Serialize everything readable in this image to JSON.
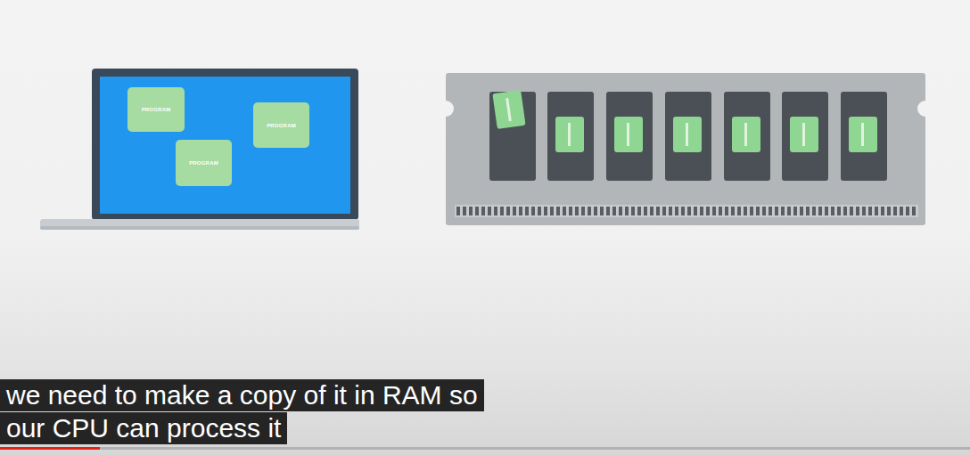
{
  "diagram": {
    "nodes": [
      {
        "text": [
          "PROGRAM"
        ]
      },
      {
        "text": [
          "PROGRAM"
        ]
      },
      {
        "text": [
          "PROGRAM"
        ]
      }
    ],
    "labels": [
      "we need to make a copy of it in RAM so",
      "our CPU can process it"
    ]
  }
}
